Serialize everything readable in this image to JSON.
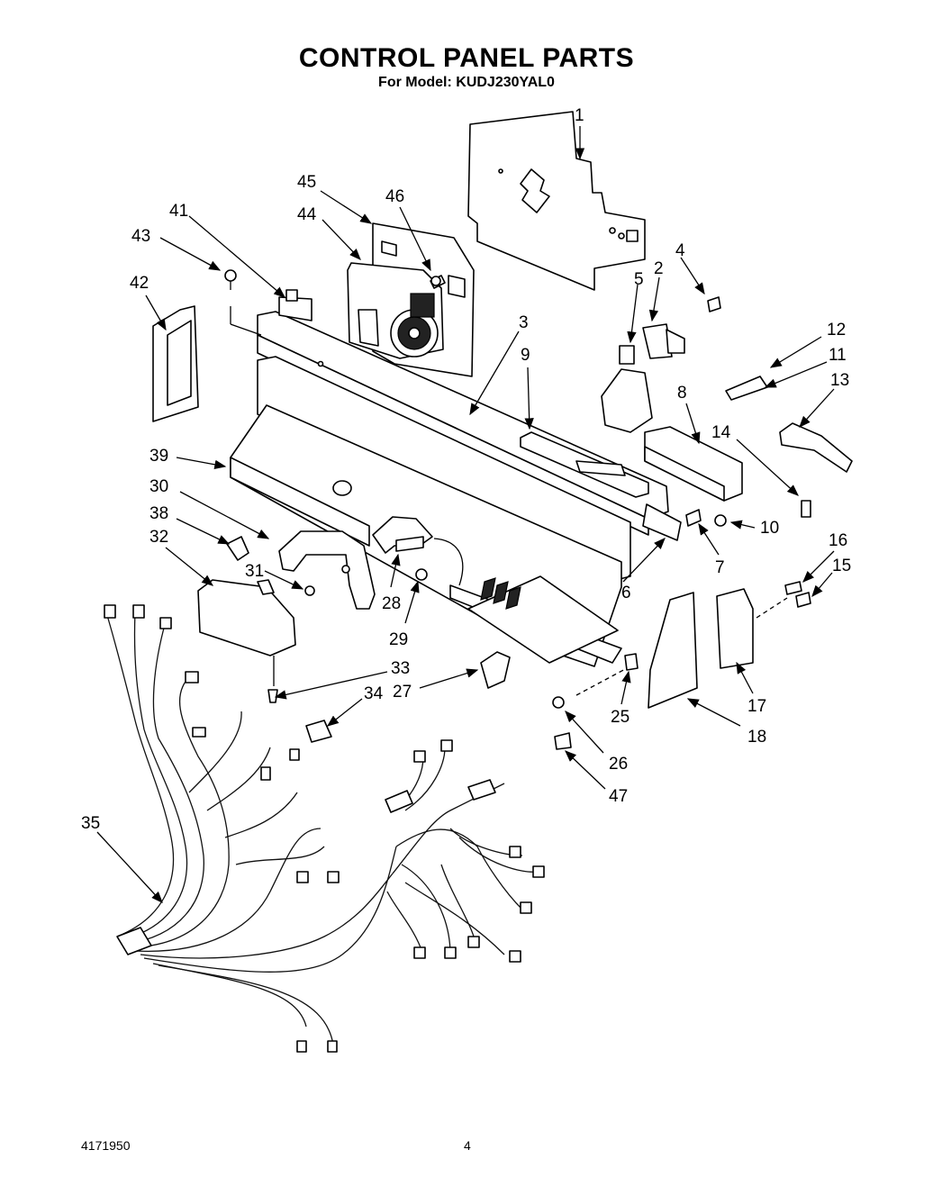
{
  "header": {
    "title": "CONTROL PANEL PARTS",
    "subtitle": "For Model: KUDJ230YAL0"
  },
  "footer": {
    "document_number": "4171950",
    "page_number": "4"
  },
  "callouts": {
    "c1": "1",
    "c2": "2",
    "c3": "3",
    "c4": "4",
    "c5": "5",
    "c6": "6",
    "c7": "7",
    "c8": "8",
    "c9": "9",
    "c10": "10",
    "c11": "11",
    "c12": "12",
    "c13": "13",
    "c14": "14",
    "c15": "15",
    "c16": "16",
    "c17": "17",
    "c18": "18",
    "c25": "25",
    "c26": "26",
    "c27": "27",
    "c28": "28",
    "c29": "29",
    "c30": "30",
    "c31": "31",
    "c32": "32",
    "c33": "33",
    "c34": "34",
    "c35": "35",
    "c38": "38",
    "c39": "39",
    "c41": "41",
    "c42": "42",
    "c43": "43",
    "c44": "44",
    "c45": "45",
    "c46": "46",
    "c47": "47"
  }
}
